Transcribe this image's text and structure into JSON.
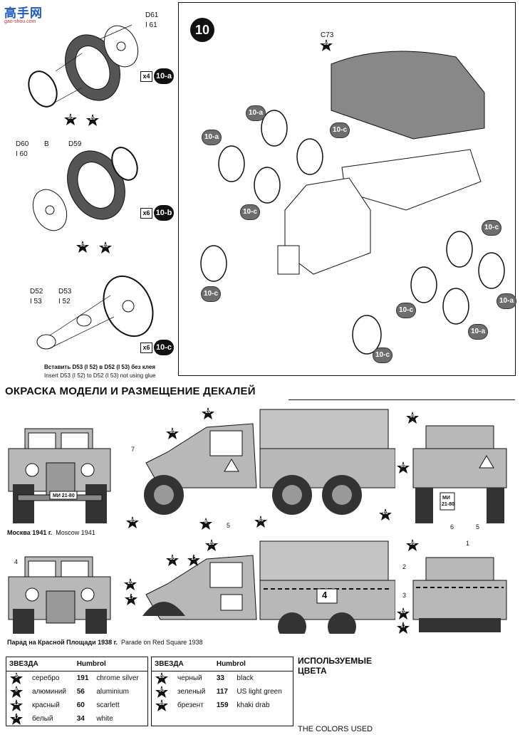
{
  "watermark": {
    "chars": "高手网",
    "sub": "gao-shou.com"
  },
  "assembly": {
    "step_number": "10",
    "part_d61": "D61",
    "part_i61": "I 61",
    "part_d60": "D60",
    "part_i60": "I 60",
    "part_b": "B",
    "part_d59": "D59",
    "part_d52": "D52",
    "part_i53": "I 53",
    "part_d53": "D53",
    "part_i52": "I 52",
    "part_c73": "C73",
    "qty_a": "x4",
    "qty_b": "x6",
    "qty_c": "x6",
    "step_10a": "10-a",
    "step_10b": "10-b",
    "step_10c": "10-c",
    "note_ru": "Вставить D53 (I 52) в D52 (I 53) без клея",
    "note_en": "Insert D53 (I 52) to D52 (I 53) not using glue",
    "star_35": "35",
    "star_20": "20",
    "star_39": "39"
  },
  "painting": {
    "title": "ОКРАСКА МОДЕЛИ И РАЗМЕЩЕНИЕ ДЕКАЛЕЙ",
    "caption1_ru": "Москва 1941 г.",
    "caption1_en": "Moscow 1941",
    "caption2_ru": "Парад на Красной Площади 1938 г.",
    "caption2_en": "Parade on Red Square 1938",
    "plate": "МИ 21-80",
    "plate_rear_1": "МИ",
    "plate_rear_2": "21-80",
    "door_number": "4",
    "callouts": [
      "7",
      "5",
      "6",
      "5",
      "4",
      "1",
      "2",
      "3"
    ],
    "stars": [
      "20",
      "39",
      "35",
      "35",
      "6",
      "35",
      "20",
      "35",
      "20",
      "39",
      "35",
      "17",
      "20",
      "17",
      "20",
      "17"
    ]
  },
  "colors_table": {
    "col_star": "ЗВЕЗДА",
    "col_humbrol": "Humbrol",
    "left": [
      {
        "star": "5",
        "ru": "серебро",
        "num": "191",
        "en": "chrome silver"
      },
      {
        "star": "6",
        "ru": "алюминий",
        "num": "56",
        "en": "aluminium"
      },
      {
        "star": "12",
        "ru": "красный",
        "num": "60",
        "en": "scarlett"
      },
      {
        "star": "17",
        "ru": "белый",
        "num": "34",
        "en": "white"
      }
    ],
    "right": [
      {
        "star": "20",
        "ru": "черный",
        "num": "33",
        "en": "black"
      },
      {
        "star": "35",
        "ru": "зеленый",
        "num": "117",
        "en": "US light green"
      },
      {
        "star": "39",
        "ru": "брезент",
        "num": "159",
        "en": "khaki drab"
      }
    ],
    "used_ru_1": "ИСПОЛЬЗУЕМЫЕ",
    "used_ru_2": "ЦВЕТА",
    "used_en": "THE COLORS USED"
  }
}
